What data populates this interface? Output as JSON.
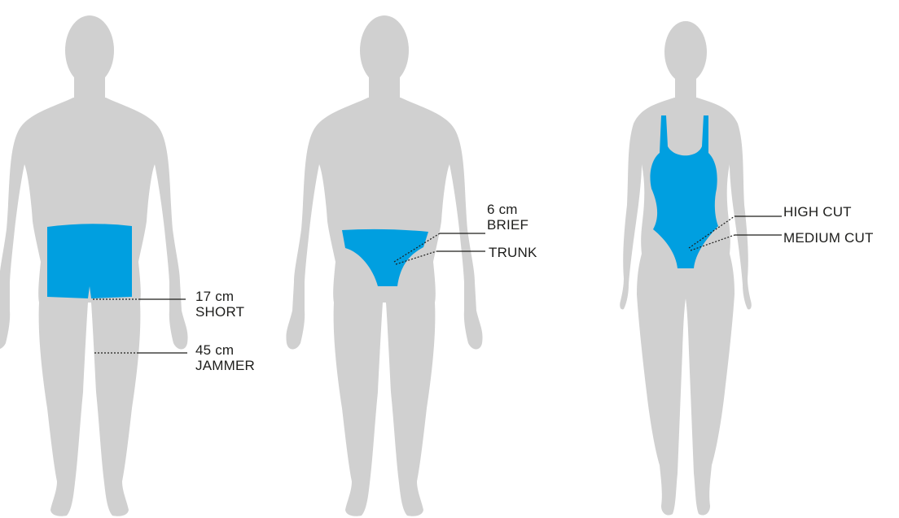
{
  "colors": {
    "silhouette": "#d0d0d0",
    "swimwear": "#009fe0",
    "leader_line": "#1d1d1b",
    "text": "#1d1d1b"
  },
  "figures": [
    {
      "id": "male-left",
      "labels": [
        {
          "measure": "17 cm",
          "name": "SHORT"
        },
        {
          "measure": "45 cm",
          "name": "JAMMER"
        }
      ]
    },
    {
      "id": "male-center",
      "labels": [
        {
          "measure": "6 cm",
          "name": "BRIEF"
        },
        {
          "measure": "",
          "name": "TRUNK"
        }
      ]
    },
    {
      "id": "female-right",
      "labels": [
        {
          "measure": "",
          "name": "HIGH CUT"
        },
        {
          "measure": "",
          "name": "MEDIUM CUT"
        }
      ]
    }
  ]
}
